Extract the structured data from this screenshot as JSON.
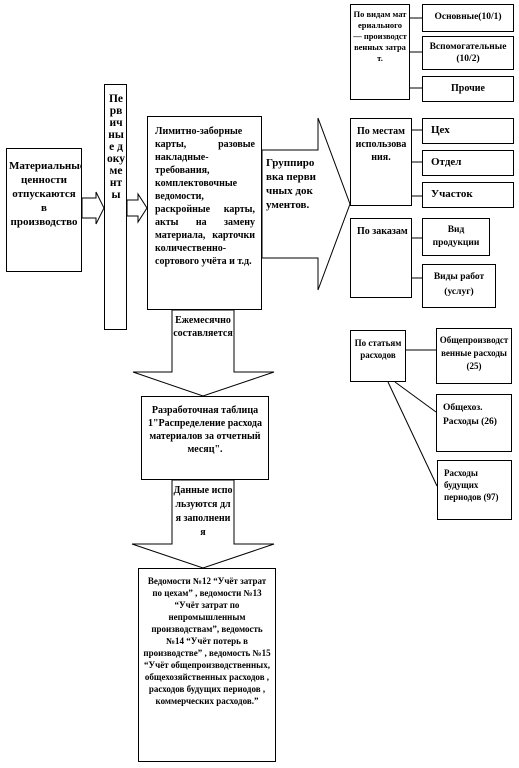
{
  "source": {
    "label": "Материальные ценности отпускаются в производство"
  },
  "primary_docs": {
    "label": "Первичные документы"
  },
  "documents": {
    "label": "Лимитно-заборные карты, разовые накладные-требования, комплектовочные ведомости, раскройные карты, акты на замену материала, карточки количественно-сортового учёта и т.д."
  },
  "grouping": {
    "label": "Группировка первичных документов."
  },
  "monthly": {
    "label": "Ежемесячно составляется"
  },
  "dev_table": {
    "label": "Разработочная таблица 1\"Распределение расхода материалов за отчетный месяц\"."
  },
  "data_used": {
    "label": "Данные используются для заполнения"
  },
  "statements": {
    "label": "Ведомости №12 “Учёт затрат по цехам” , ведомости №13 “Учёт затрат по непромышленным производствам”, ведомость №14 “Учёт потерь в производстве” , ведомость №15 “Учёт общепроизводственных, общехозяйственных расходов , расходов будущих периодов , коммерческих расходов.”"
  },
  "groups": [
    {
      "label": "По видам материального — производственных затрат.",
      "items": [
        "Основные(10/1)",
        "Вспомогательные (10/2)",
        "Прочие"
      ]
    },
    {
      "label": "По местам использования.",
      "items": [
        "Цех",
        "Отдел",
        "Участок"
      ]
    },
    {
      "label": "По заказам",
      "items": [
        "Вид продукции",
        "Виды работ (услуг)"
      ]
    },
    {
      "label": "По статьям расходов",
      "items": [
        "Общепроизводственные расходы(25)",
        "Общехоз. Расходы (26)",
        "Расходы будущих периодов (97)"
      ]
    }
  ]
}
